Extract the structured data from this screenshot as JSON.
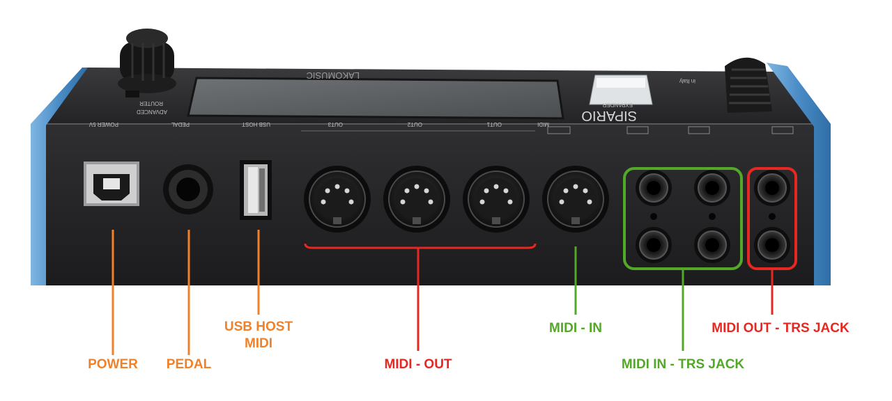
{
  "colors": {
    "power_group": "#f0812b",
    "midi_out_group": "#e52822",
    "midi_in_group": "#53a82a",
    "device_body": "#2c2c2e",
    "end_caps": "#4d90c8"
  },
  "device": {
    "brand_logo": "LAKOMUSIC",
    "product_logo": "SIPARIO",
    "product_sub": "EXPANDER",
    "panel_texts": {
      "advanced": "ADVANCED",
      "router": "ROUTER",
      "power_5v": "POWER 5V",
      "pedal": "PEDAL",
      "usb_host": "USB HOST",
      "out3": "OUT3",
      "out2": "OUT2",
      "out1": "OUT1",
      "midi": "MIDI",
      "made_in_italy": "in Italy"
    }
  },
  "callouts": {
    "power": "POWER",
    "pedal": "PEDAL",
    "usb_host_line1": "USB HOST",
    "usb_host_line2": "MIDI",
    "midi_out": "MIDI - OUT",
    "midi_in": "MIDI - IN",
    "midi_in_trs": "MIDI IN - TRS JACK",
    "midi_out_trs": "MIDI OUT - TRS JACK"
  }
}
